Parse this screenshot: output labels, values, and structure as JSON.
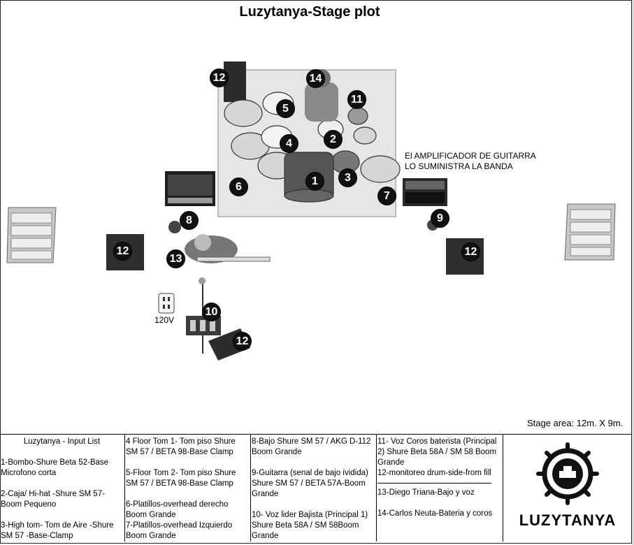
{
  "title": "Luzytanya-Stage plot",
  "stage_note": [
    "El AMPLIFICADOR DE GUITARRA",
    "LO SUMINISTRA LA BANDA"
  ],
  "outlet_label": "120V",
  "stage_area": "Stage area: 12m. X 9m.",
  "markers": [
    "1",
    "2",
    "3",
    "4",
    "5",
    "6",
    "7",
    "8",
    "9",
    "10",
    "11",
    "12",
    "13",
    "14"
  ],
  "input_list": {
    "heading": "Luzytanya - Input List",
    "items": [
      "1-Bombo-Shure Beta 52-Base Microfono corta",
      "2-Caja/ Hi-hat -Shure SM 57-Boom Pequeno",
      "3-High tom- Tom de Aire -Shure SM 57 -Base-Clamp",
      "4 Floor Tom 1- Tom piso Shure SM 57 / BETA 98-Base Clamp",
      "5-Floor Tom 2- Tom piso Shure SM 57 / BETA 98-Base Clamp",
      "6-Platillos-overhead derecho Boom Grande",
      "7-Platillos-overhead Izquierdo Boom Grande",
      "8-Bajo  Shure SM 57 / AKG D-112 Boom Grande",
      "9-Guitarra (senal de  bajo ividida) Shure SM 57 / BETA 57A-Boom Grande",
      "10- Voz lider Bajista  (Principal 1) Shure Beta 58A / SM 58Boom Grande",
      "11- Voz Coros  baterista (Principal 2)  Shure Beta 58A / SM 58            Boom Grande",
      "12-monitoreo drum-side-from fill",
      "13-Diego Triana-Bajo y voz",
      "14-Carlos Neuta-Bateria y coros"
    ]
  },
  "logo_text": "LUZYTANYA"
}
